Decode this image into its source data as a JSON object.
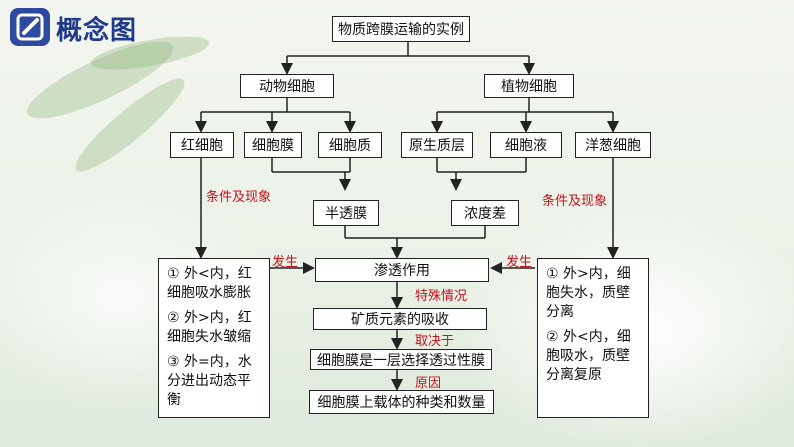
{
  "header": {
    "title": "概念图",
    "icon": "pencil-check-icon"
  },
  "nodes": {
    "root": "物质跨膜运输的实例",
    "animal_cell": "动物细胞",
    "plant_cell": "植物细胞",
    "red_blood_cell": "红细胞",
    "cell_membrane": "细胞膜",
    "cytoplasm": "细胞质",
    "protoplasm_layer": "原生质层",
    "cell_sap": "细胞液",
    "onion_cell": "洋葱细胞",
    "semipermeable_membrane": "半透膜",
    "concentration_difference": "浓度差",
    "osmosis": "渗透作用",
    "mineral_absorption": "矿质元素的吸收",
    "selective_membrane": "细胞膜是一层选择透过性膜",
    "carrier_types": "细胞膜上载体的种类和数量"
  },
  "left_panel": {
    "items": [
      "① 外<内，红细胞吸水膨胀",
      "② 外>内，红细胞失水皱缩",
      "③ 外=内，水分进出动态平衡"
    ]
  },
  "right_panel": {
    "items": [
      "① 外>内，细胞失水，质壁分离",
      "② 外<内，细胞吸水，质壁分离复原"
    ]
  },
  "edge_labels": {
    "left_conditions": "条件及现象",
    "right_conditions": "条件及现象",
    "left_occurs": "发生",
    "right_occurs": "发生",
    "special_case": "特殊情况",
    "depends_on": "取决于",
    "reason": "原因"
  },
  "colors": {
    "accent_red": "#c0141c",
    "header_blue": "#2d4aa0",
    "line": "#222222"
  }
}
